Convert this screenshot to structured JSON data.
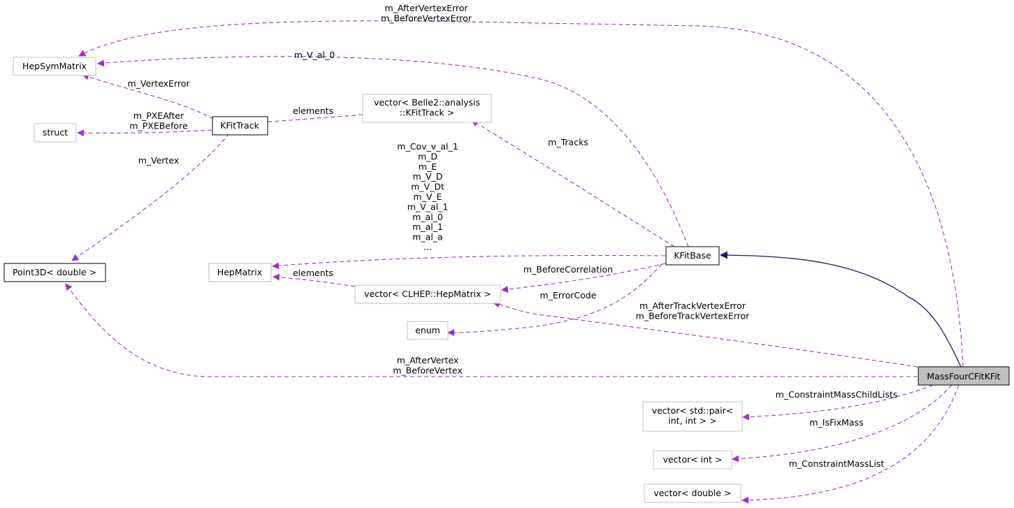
{
  "colors": {
    "member_edge": "#9a32cd",
    "inherit_edge": "#191970",
    "node_border_documented": "#000000",
    "node_border_external": "#bfbfbf",
    "node_highlight_fill": "#bfbfbf"
  },
  "nodes": {
    "hepsymmatrix": [
      "HepSymMatrix"
    ],
    "struct": [
      "struct"
    ],
    "kfittrack": [
      "KFitTrack"
    ],
    "point3d": [
      "Point3D< double >"
    ],
    "vector_kfittrack": [
      "vector< Belle2::analysis",
      "::KFitTrack >"
    ],
    "hepmatrix": [
      "HepMatrix"
    ],
    "vector_hepmatrix": [
      "vector< CLHEP::HepMatrix >"
    ],
    "enum": [
      "enum"
    ],
    "kfitbase": [
      "KFitBase"
    ],
    "massfourc": [
      "MassFourCFitKFit"
    ],
    "vector_pair": [
      "vector< std::pair<",
      "int, int > >"
    ],
    "vector_int": [
      "vector< int >"
    ],
    "vector_double": [
      "vector< double >"
    ]
  },
  "edges": {
    "after_vertex_error": [
      "m_AfterVertexError",
      "m_BeforeVertexError"
    ],
    "v_al_0": [
      "m_V_al_0"
    ],
    "vertex_error": [
      "m_VertexError"
    ],
    "pxe": [
      "m_PXEAfter",
      "m_PXEBefore"
    ],
    "vertex": [
      "m_Vertex"
    ],
    "kfittrack_elements": [
      "elements"
    ],
    "tracks": [
      "m_Tracks"
    ],
    "kfitbase_hepmatrix": [
      "m_Cov_v_al_1",
      "m_D",
      "m_E",
      "m_V_D",
      "m_V_Dt",
      "m_V_E",
      "m_V_al_1",
      "m_al_0",
      "m_al_1",
      "m_al_a",
      "..."
    ],
    "hepmatrix_elements": [
      "elements"
    ],
    "before_correlation": [
      "m_BeforeCorrelation"
    ],
    "error_code": [
      "m_ErrorCode"
    ],
    "after_track_vertex_error": [
      "m_AfterTrackVertexError",
      "m_BeforeTrackVertexError"
    ],
    "after_vertex": [
      "m_AfterVertex",
      "m_BeforeVertex"
    ],
    "constraint_mass_child_lists": [
      "m_ConstraintMassChildLists"
    ],
    "is_fix_mass": [
      "m_IsFixMass"
    ],
    "constraint_mass_list": [
      "m_ConstraintMassList"
    ]
  }
}
